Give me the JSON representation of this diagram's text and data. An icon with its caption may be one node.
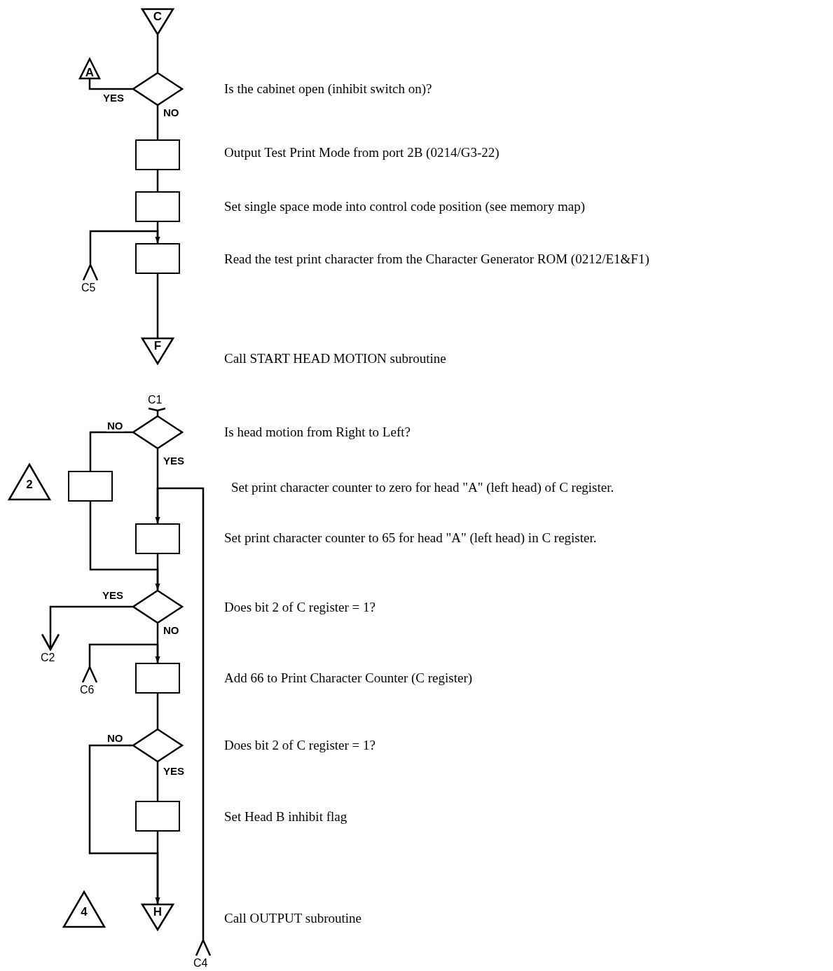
{
  "diagram": {
    "nodes": [
      {
        "text": [
          "C"
        ]
      },
      {
        "text": [
          "A"
        ]
      },
      {
        "text": [],
        "shape": "diamond",
        "beside": [
          "Is the cabinet open (inhibit switch on)?"
        ]
      },
      {
        "text": [],
        "shape": "box",
        "beside": [
          "Output Test Print Mode from port 2B (0214/G3-22)"
        ]
      },
      {
        "text": [],
        "shape": "box",
        "beside": [
          "Set single space mode into control code position (see memory map)"
        ]
      },
      {
        "text": [
          "C5"
        ]
      },
      {
        "text": [],
        "shape": "box",
        "beside": [
          "Read the test print character from the Character Generator ROM (0212/E1&F1)"
        ]
      },
      {
        "text": [
          "F"
        ],
        "beside": [
          "Call START HEAD MOTION subroutine"
        ]
      },
      {
        "text": [
          "C1"
        ]
      },
      {
        "text": [],
        "shape": "diamond",
        "beside": [
          "Is head motion from Right to Left?"
        ]
      },
      {
        "text": [
          "2"
        ]
      },
      {
        "text": [],
        "shape": "box"
      },
      {
        "text": [],
        "shape": "box",
        "beside": [
          "Set print character counter to 65 for head \"A\" (left head) in C register."
        ]
      },
      {
        "text": [],
        "shape": "diamond",
        "beside": [
          "Does bit 2 of C register = 1?"
        ]
      },
      {
        "text": [
          "C2"
        ]
      },
      {
        "text": [
          "C6"
        ]
      },
      {
        "text": [],
        "shape": "box",
        "beside": [
          "Add 66 to Print Character Counter (C register)"
        ]
      },
      {
        "text": [],
        "shape": "diamond",
        "beside": [
          "Does bit 2 of C register = 1?"
        ]
      },
      {
        "text": [],
        "shape": "box",
        "beside": [
          "Set Head B inhibit flag"
        ]
      },
      {
        "text": [
          "4"
        ]
      },
      {
        "text": [
          "H"
        ],
        "beside": [
          "Call OUTPUT subroutine"
        ]
      },
      {
        "text": [
          "C4"
        ]
      }
    ],
    "edges": [
      {
        "from": 0,
        "to": 2,
        "arrow": "none"
      },
      {
        "from": 2,
        "to": 1,
        "arrow": "none",
        "label": "YES"
      },
      {
        "from": 2,
        "to": 3,
        "arrow": "none",
        "label": "NO"
      },
      {
        "from": 3,
        "to": 4,
        "arrow": "none"
      },
      {
        "from": 4,
        "to": 6,
        "arrow": "none"
      },
      {
        "from": 5,
        "to": 6,
        "arrow": "to"
      },
      {
        "from": 6,
        "to": 7,
        "arrow": "none"
      },
      {
        "from": 8,
        "to": 9,
        "arrow": "none"
      },
      {
        "from": 9,
        "to": 11,
        "arrow": "none",
        "label": "NO"
      },
      {
        "from": 9,
        "to": 12,
        "arrow": "none",
        "label": "YES"
      },
      {
        "from": 21,
        "to": 12,
        "arrow": "to"
      },
      {
        "from": 11,
        "to": 13,
        "arrow": "to"
      },
      {
        "from": 12,
        "to": 13,
        "arrow": "none"
      },
      {
        "from": 13,
        "to": 14,
        "arrow": "to",
        "label": "YES"
      },
      {
        "from": 13,
        "to": 16,
        "arrow": "none",
        "label": "NO"
      },
      {
        "from": 15,
        "to": 16,
        "arrow": "to"
      },
      {
        "from": 16,
        "to": 17,
        "arrow": "none"
      },
      {
        "from": 17,
        "to": 18,
        "arrow": "none",
        "label": "YES"
      },
      {
        "from": 17,
        "to": 20,
        "arrow": "to",
        "label": "NO"
      },
      {
        "from": 18,
        "to": 20,
        "arrow": "none"
      }
    ],
    "labels": [
      "Set print character counter to zero for head \"A\" (left head) of C register."
    ]
  }
}
